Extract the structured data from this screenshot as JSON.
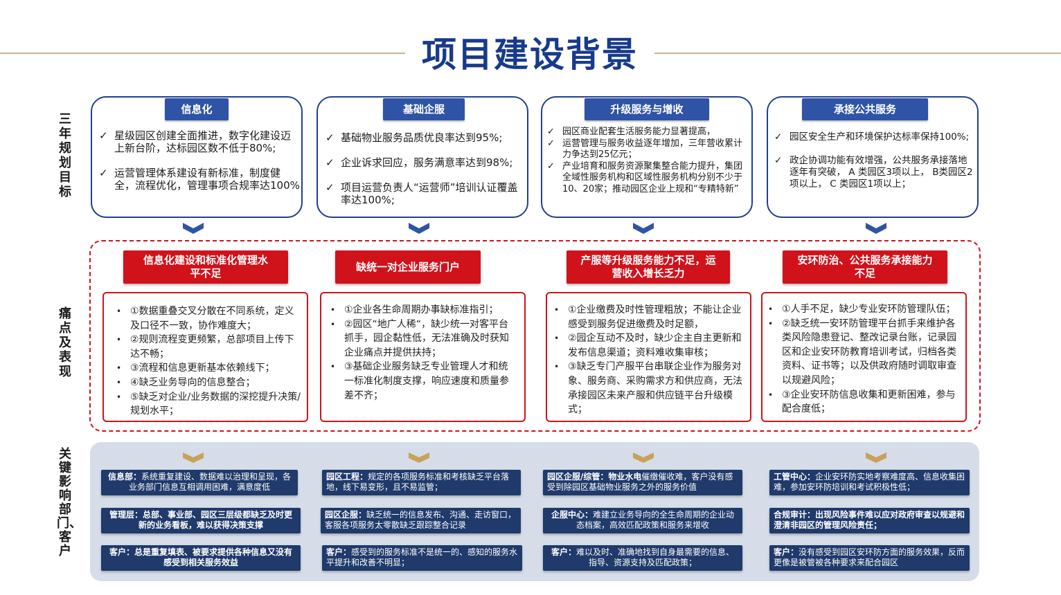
{
  "page": {
    "title": "项目建设背景"
  },
  "rows": {
    "goals_label": "三年规划目标",
    "pain_label": "痛点及表现",
    "impact_label": "关键影响部门、客户"
  },
  "goals": [
    {
      "tag": "信息化",
      "items": [
        "星级园区创建全面推进，数字化建设迈上新台阶，达标园区数不低于80%;",
        "运营管理体系建设有新标准，制度健全，流程优化，管理事项合规率达100%"
      ]
    },
    {
      "tag": "基础企服",
      "items": [
        "基础物业服务品质优良率达到95%;",
        "企业诉求回应，服务满意率达到98%;",
        "项目运营负责人“运营师”培训认证覆盖率达100%;"
      ]
    },
    {
      "tag": "升级服务与增收",
      "items": [
        "园区商业配套生活服务能力显著提高，",
        "运营管理与服务收益逐年增加，三年营收累计力争达到25亿元；",
        "产业培育和服务资源聚集整合能力提升，集团全域性服务机构和区域性服务机构分别不少于10、20家；推动园区企业上规和“专精特新”"
      ]
    },
    {
      "tag": "承接公共服务",
      "items": [
        "园区安全生产和环境保护达标率保持100%;",
        "政企协调功能有效增强，公共服务承接落地逐年有突破， A 类园区3项以上， B类园区2项以上， C 类园区1项以上；"
      ]
    }
  ],
  "pains": [
    {
      "tag": "信息化建设和标准化管理水平不足",
      "items": [
        "①数据重叠交叉分散在不同系统，定义及口径不一致，协作难度大；",
        "②规则流程变更频繁，总部项目上传下达不畅；",
        "③流程和信息更新基本依赖线下；",
        "④缺乏业务导向的信息整合；",
        "⑤缺乏对企业/业务数据的深挖提升决策/规划水平；"
      ]
    },
    {
      "tag": "缺统一对企业服务门户",
      "items": [
        "①企业各生命周期办事缺标准指引；",
        "②园区“地广人稀“，缺少统一对客平台抓手，园企黏性低，无法准确及时获知企业痛点并提供扶持；",
        "③基础企业服务缺乏专业管理人才和统一标准化制度支撑，响应速度和质量参差不齐；"
      ]
    },
    {
      "tag": "产服等升级服务能力不足，运营收入增长乏力",
      "items": [
        "①企业缴费及时性管理粗放；不能让企业感受到服务促进缴费及时足额，",
        "②园企互动不及时，缺少企主自主更新和发布信息渠道；资料难收集审核；",
        "③缺乏专门产服平台串联企业作为服务对象、服务商、采购需求方和供应商，无法承接园区未来产服和供应链平台升级模式；"
      ]
    },
    {
      "tag": "安环防治、公共服务承接能力不足",
      "items": [
        "①人手不足，缺少专业安环防管理队伍；",
        "②缺乏统一安环防管理平台抓手来维护各类风险隐患登记、整改记录台账，记录园区和企业安环防教育培训考试，归档各类资料、证书等；以及供政府随时调取审查以规避风险；",
        "③企业安环防信息收集和更新困难，参与配合度低；"
      ]
    }
  ],
  "impacts": [
    [
      {
        "head": "信息部：",
        "text": "系统重复建设、数据难以治理和呈现，各业务部门信息互相调用困难，满意度低"
      },
      {
        "head": "管理层：",
        "text": "总部、事业部、园区三层级都缺乏及时更新的业务看板，难以获得决策支撑"
      },
      {
        "head": "客户：",
        "text": "总是重复填表、被要求提供各种信息又没有感受到相关服务效益"
      }
    ],
    [
      {
        "head": "园区工程：",
        "text": "规定的各项服务标准和考核缺乏平台落地，线下易变形，且不易监管；"
      },
      {
        "head": "园区企服：",
        "text": "缺乏统一的信息发布、沟通、走访窗口，客服各项服务太零散缺乏跟踪整合记录"
      },
      {
        "head": "客户：",
        "text": "感受到的服务标准不是统一的、感知的服务水平提升和改善不明显；"
      }
    ],
    [
      {
        "head": "园区企服/综管：物业水电",
        "text": "催缴催收难，客户没有感受到除园区基础物业服务之外的服务价值"
      },
      {
        "head": "企服中心：",
        "text": "难建立业务导向的全生命周期的企业动态档案，高效匹配政策和服务来增收"
      },
      {
        "head": "客户：",
        "text": "难以及时、准确地找到自身最需要的信息、指导、资源支持及匹配政策；"
      }
    ],
    [
      {
        "head": "工管中心：",
        "text": "企业安环防实地考察难度高、信息收集困难，参加安环防培训和考试积极性低；"
      },
      {
        "head": "合规审计：",
        "text": "出现风险事件难以应对政府审查以规避和澄清非园区的管理风险责任；"
      },
      {
        "head": "客户：",
        "text": "没有感受到园区安环防方面的服务效果，反而更像是被管被各种要求来配合园区"
      }
    ]
  ],
  "colors": {
    "navy": "#173a8c",
    "tag_blue": "#2f54a6",
    "red": "#d0121b",
    "gold": "#c8a25a",
    "impact_bg": "#d6dde8",
    "impact_box": "#1f3a6b"
  }
}
